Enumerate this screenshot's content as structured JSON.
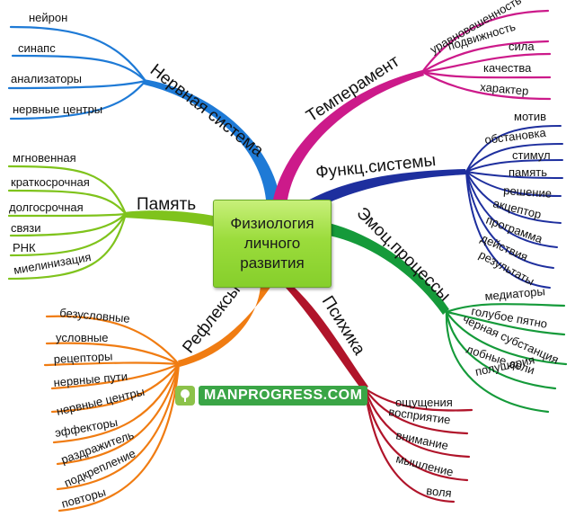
{
  "center": {
    "lines": [
      "Физиология",
      "личного",
      "развития"
    ]
  },
  "watermark": "MANPROGRESS.COM",
  "branches": {
    "nervous": {
      "label": "Нервная система",
      "color": "#1e7ad6",
      "leaves": [
        "нейрон",
        "синапс",
        "анализаторы",
        "нервные центры"
      ]
    },
    "temperament": {
      "label": "Темперамент",
      "color": "#cc1a8a",
      "leaves": [
        "уравновешенность",
        "подвижность",
        "сила",
        "качества",
        "характер"
      ]
    },
    "functional": {
      "label": "Функц.системы",
      "color": "#1e2f9e",
      "leaves": [
        "мотив",
        "обстановка",
        "стимул",
        "память",
        "решение",
        "акцептор",
        "программа",
        "действия",
        "результаты"
      ]
    },
    "memory": {
      "label": "Память",
      "color": "#7fc31c",
      "leaves": [
        "мгновенная",
        "краткосрочная",
        "долгосрочная",
        "связи",
        "РНК",
        "миелинизация"
      ]
    },
    "emotional": {
      "label": "Эмоц.процессы",
      "color": "#159a3a",
      "leaves": [
        "медиаторы",
        "голубое пятно",
        "черная субстанция",
        "лобные доли",
        "полушария"
      ]
    },
    "reflexes": {
      "label": "Рефлексы",
      "color": "#f07c12",
      "leaves": [
        "безусловные",
        "условные",
        "рецепторы",
        "нервные пути",
        "нервные центры",
        "эффекторы",
        "раздражитель",
        "подкрепление",
        "повторы"
      ]
    },
    "psyche": {
      "label": "Психика",
      "color": "#b0142a",
      "leaves": [
        "ощущения",
        "восприятие",
        "внимание",
        "мышление",
        "воля"
      ]
    }
  }
}
